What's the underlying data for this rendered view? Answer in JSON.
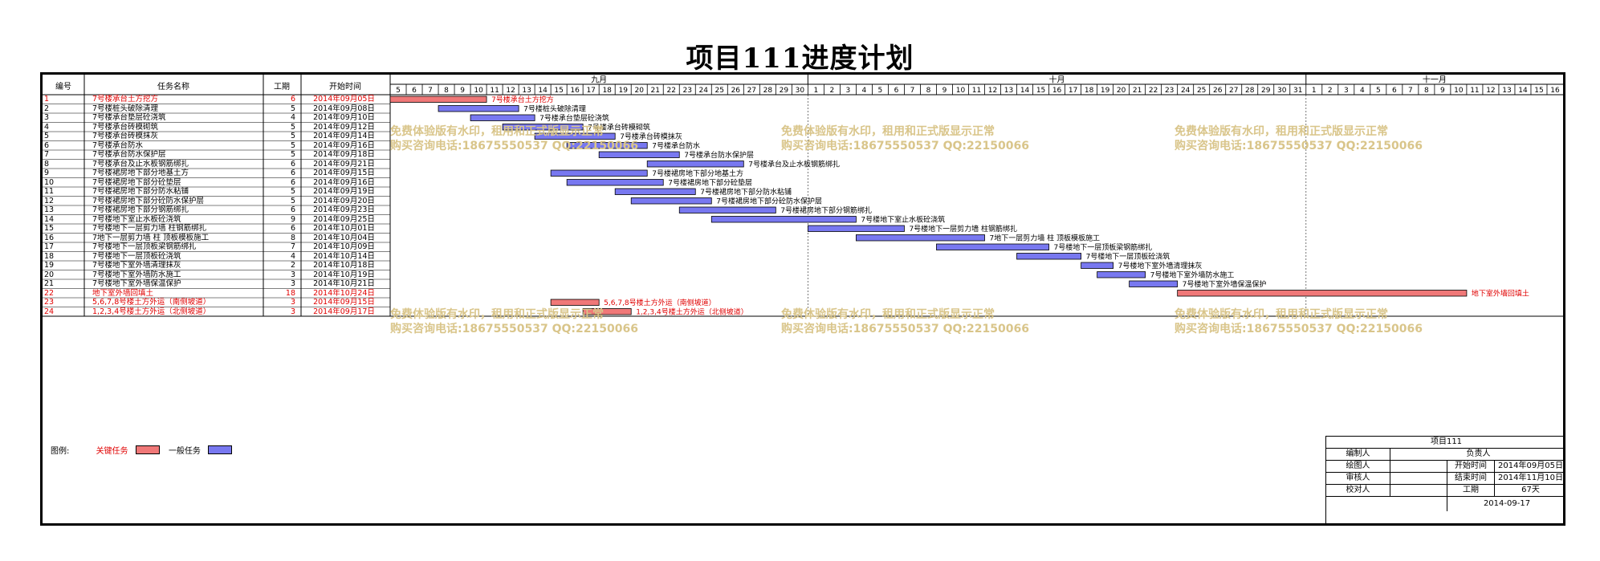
{
  "title": "项目111进度计划",
  "headers": {
    "id": "编号",
    "name": "任务名称",
    "duration": "工期",
    "start": "开始时间"
  },
  "months": [
    {
      "label": "九月",
      "days": [
        "5",
        "6",
        "7",
        "8",
        "9",
        "10",
        "11",
        "12",
        "13",
        "14",
        "15",
        "16",
        "17",
        "18",
        "19",
        "20",
        "21",
        "22",
        "23",
        "24",
        "25",
        "26",
        "27",
        "28",
        "29",
        "30"
      ]
    },
    {
      "label": "十月",
      "days": [
        "1",
        "2",
        "3",
        "4",
        "5",
        "6",
        "7",
        "8",
        "9",
        "10",
        "11",
        "12",
        "13",
        "14",
        "15",
        "16",
        "17",
        "18",
        "19",
        "20",
        "21",
        "22",
        "23",
        "24",
        "25",
        "26",
        "27",
        "28",
        "29",
        "30",
        "31"
      ]
    },
    {
      "label": "十一月",
      "days": [
        "1",
        "2",
        "3",
        "4",
        "5",
        "6",
        "7",
        "8",
        "9",
        "10",
        "11",
        "12",
        "13",
        "14",
        "15",
        "16"
      ]
    }
  ],
  "chart_data": {
    "type": "gantt",
    "title": "项目111进度计划",
    "x_start": "2014-09-05",
    "tasks": [
      {
        "id": "1",
        "name": "7号楼承台土方挖方",
        "duration": 6,
        "start": "2014年09月05日",
        "critical": true
      },
      {
        "id": "2",
        "name": "7号楼桩头破除清理",
        "duration": 5,
        "start": "2014年09月08日",
        "critical": false
      },
      {
        "id": "3",
        "name": "7号楼承台垫层砼浇筑",
        "duration": 4,
        "start": "2014年09月10日",
        "critical": false
      },
      {
        "id": "4",
        "name": "7号楼承台砖模砌筑",
        "duration": 5,
        "start": "2014年09月12日",
        "critical": false
      },
      {
        "id": "5",
        "name": "7号楼承台砖模抹灰",
        "duration": 5,
        "start": "2014年09月14日",
        "critical": false
      },
      {
        "id": "6",
        "name": "7号楼承台防水",
        "duration": 5,
        "start": "2014年09月16日",
        "critical": false
      },
      {
        "id": "7",
        "name": "7号楼承台防水保护层",
        "duration": 5,
        "start": "2014年09月18日",
        "critical": false
      },
      {
        "id": "8",
        "name": "7号楼承台及止水板钢筋绑扎",
        "duration": 6,
        "start": "2014年09月21日",
        "critical": false
      },
      {
        "id": "9",
        "name": "7号楼裙房地下部分地基土方",
        "duration": 6,
        "start": "2014年09月15日",
        "critical": false
      },
      {
        "id": "10",
        "name": "7号楼裙房地下部分砼垫层",
        "duration": 6,
        "start": "2014年09月16日",
        "critical": false
      },
      {
        "id": "11",
        "name": "7号楼裙房地下部分防水粘铺",
        "duration": 5,
        "start": "2014年09月19日",
        "critical": false
      },
      {
        "id": "12",
        "name": "7号楼裙房地下部分砼防水保护层",
        "duration": 5,
        "start": "2014年09月20日",
        "critical": false
      },
      {
        "id": "13",
        "name": "7号楼裙房地下部分钢筋绑扎",
        "duration": 6,
        "start": "2014年09月23日",
        "critical": false
      },
      {
        "id": "14",
        "name": "7号楼地下室止水板砼浇筑",
        "duration": 9,
        "start": "2014年09月25日",
        "critical": false
      },
      {
        "id": "15",
        "name": "7号楼地下一层剪力墙 柱钢筋绑扎",
        "duration": 6,
        "start": "2014年10月01日",
        "critical": false
      },
      {
        "id": "16",
        "name": "7地下一层剪力墙 柱 顶板模板施工",
        "duration": 8,
        "start": "2014年10月04日",
        "critical": false
      },
      {
        "id": "17",
        "name": "7号楼地下一层顶板梁钢筋绑扎",
        "duration": 7,
        "start": "2014年10月09日",
        "critical": false
      },
      {
        "id": "18",
        "name": "7号楼地下一层顶板砼浇筑",
        "duration": 4,
        "start": "2014年10月14日",
        "critical": false
      },
      {
        "id": "19",
        "name": "7号楼地下室外墙清理抹灰",
        "duration": 2,
        "start": "2014年10月18日",
        "critical": false
      },
      {
        "id": "20",
        "name": "7号楼地下室外墙防水施工",
        "duration": 3,
        "start": "2014年10月19日",
        "critical": false
      },
      {
        "id": "21",
        "name": "7号楼地下室外墙保温保护",
        "duration": 3,
        "start": "2014年10月21日",
        "critical": false
      },
      {
        "id": "22",
        "name": "地下室外墙回填土",
        "duration": 18,
        "start": "2014年10月24日",
        "critical": true
      },
      {
        "id": "23",
        "name": "5,6,7,8号楼土方外运（南侧坡道）",
        "duration": 3,
        "start": "2014年09月15日",
        "critical": true
      },
      {
        "id": "24",
        "name": "1,2,3,4号楼土方外运（北侧坡道）",
        "duration": 3,
        "start": "2014年09月17日",
        "critical": true
      }
    ],
    "colors": {
      "critical": "#f07878",
      "normal": "#7878f0",
      "critical_text": "#e00000"
    }
  },
  "legend": {
    "label": "图例:",
    "critical": "关键任务",
    "normal": "一般任务"
  },
  "watermark": {
    "line1": "免费体验版有水印，租用和正式版显示正常",
    "line2": "购买咨询电话:18675550537 QQ:22150066"
  },
  "infobox": {
    "project": "项目111",
    "editor": "编制人",
    "owner": "负责人",
    "drawer": "绘图人",
    "start_label": "开始时间",
    "start_value": "2014年09月05日",
    "reviewer": "审核人",
    "end_label": "结束时间",
    "end_value": "2014年11月10日",
    "checker": "校对人",
    "dur_label": "工期",
    "dur_value": "67天",
    "date": "2014-09-17"
  }
}
